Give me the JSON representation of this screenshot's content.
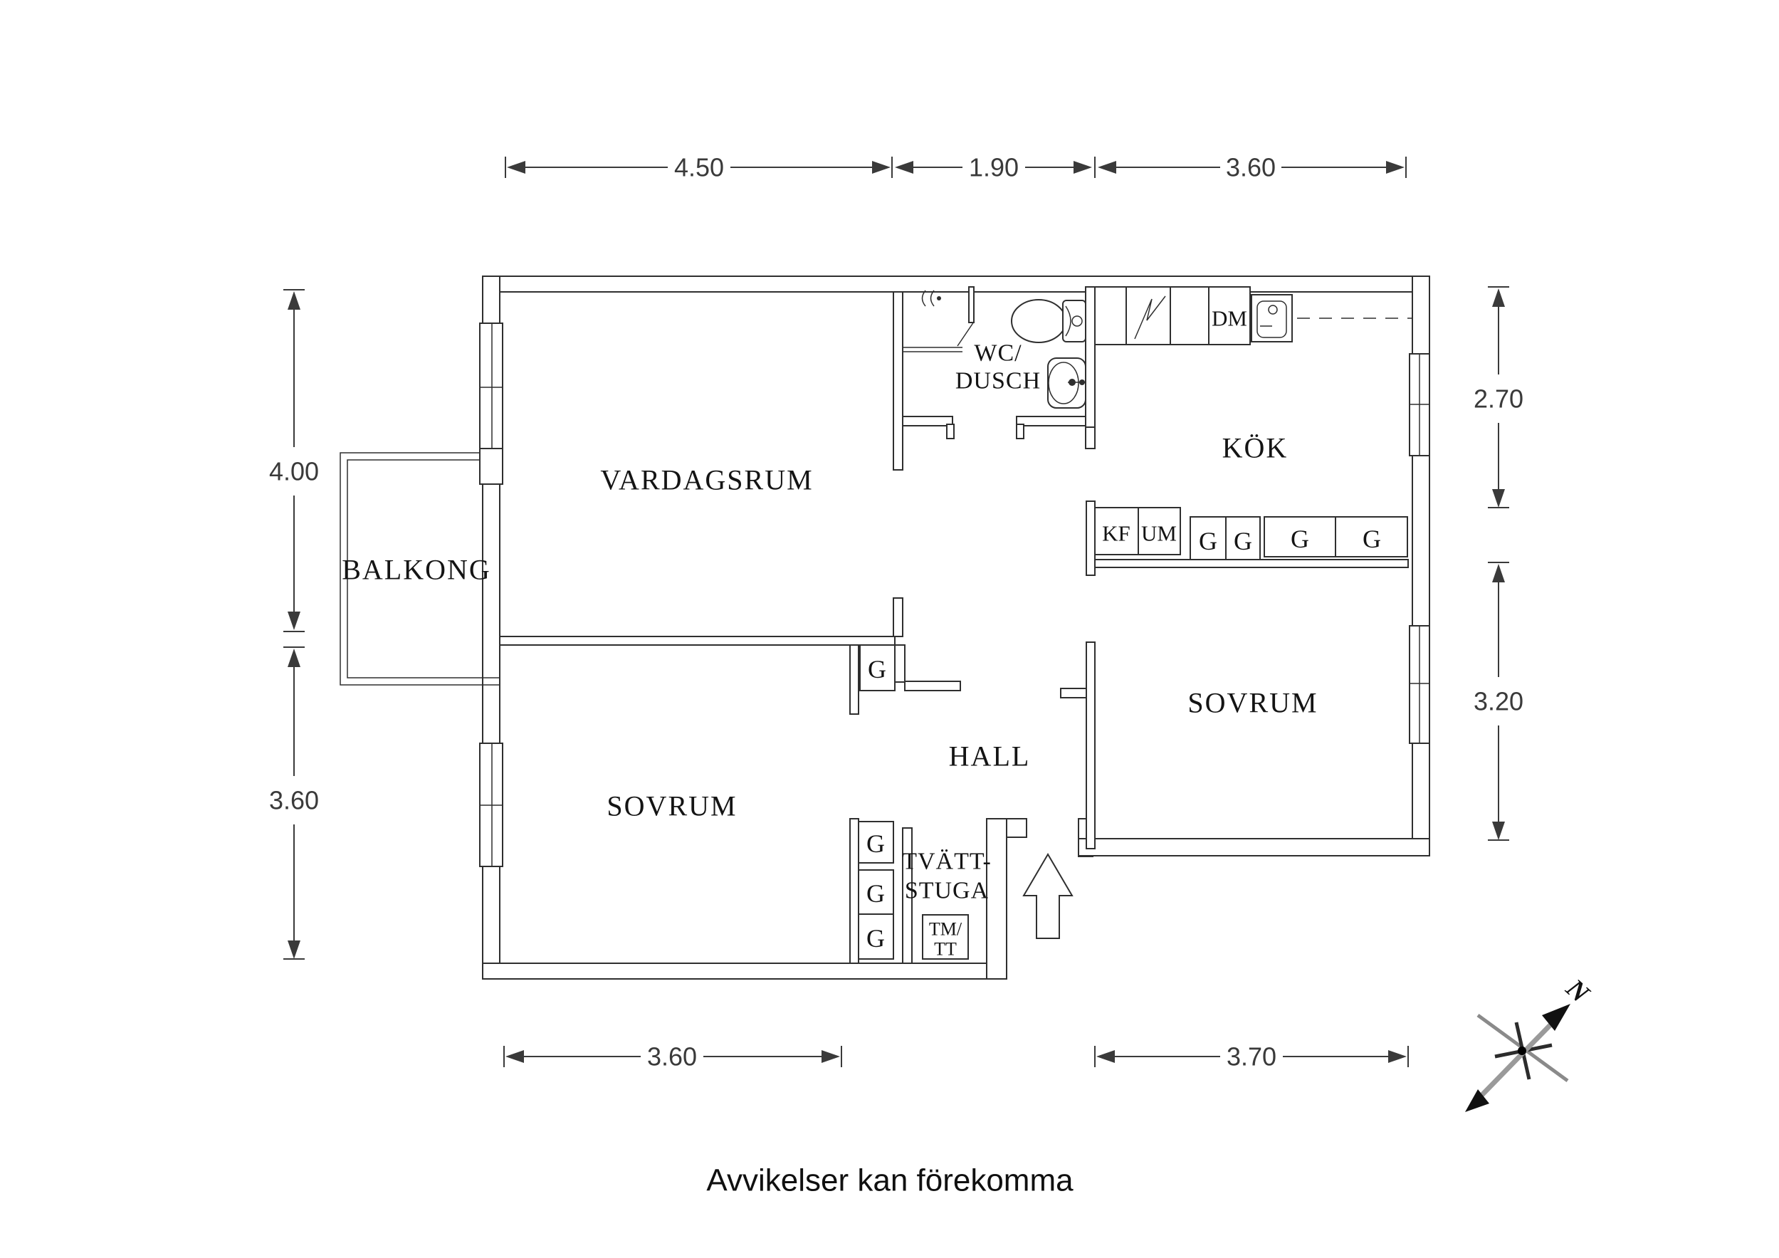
{
  "labels": {
    "living": "VARDAGSRUM",
    "bath_line1": "WC/",
    "bath_line2": "DUSCH",
    "kitchen": "KÖK",
    "bedroom": "SOVRUM",
    "hall": "HALL",
    "laundry_line1": "TVÄTT-",
    "laundry_line2": "STUGA",
    "balcony": "BALKONG",
    "wardrobe": "G",
    "fridge_freezer": "KF",
    "oven_cabinet": "UM",
    "dishwasher": "DM",
    "washer_line1": "TM/",
    "washer_line2": "TT"
  },
  "dimensions": {
    "top": [
      "4.50",
      "1.90",
      "3.60"
    ],
    "left": [
      "4.00",
      "3.60"
    ],
    "right": [
      "2.70",
      "3.20"
    ],
    "bottom": [
      "3.60",
      "3.70"
    ]
  },
  "compass": {
    "north": "N"
  },
  "footer": {
    "note": "Avvikelser kan förekomma"
  },
  "colors": {
    "wall": "#2f2f2f",
    "dimension": "#3a3a3a",
    "background": "#ffffff"
  }
}
